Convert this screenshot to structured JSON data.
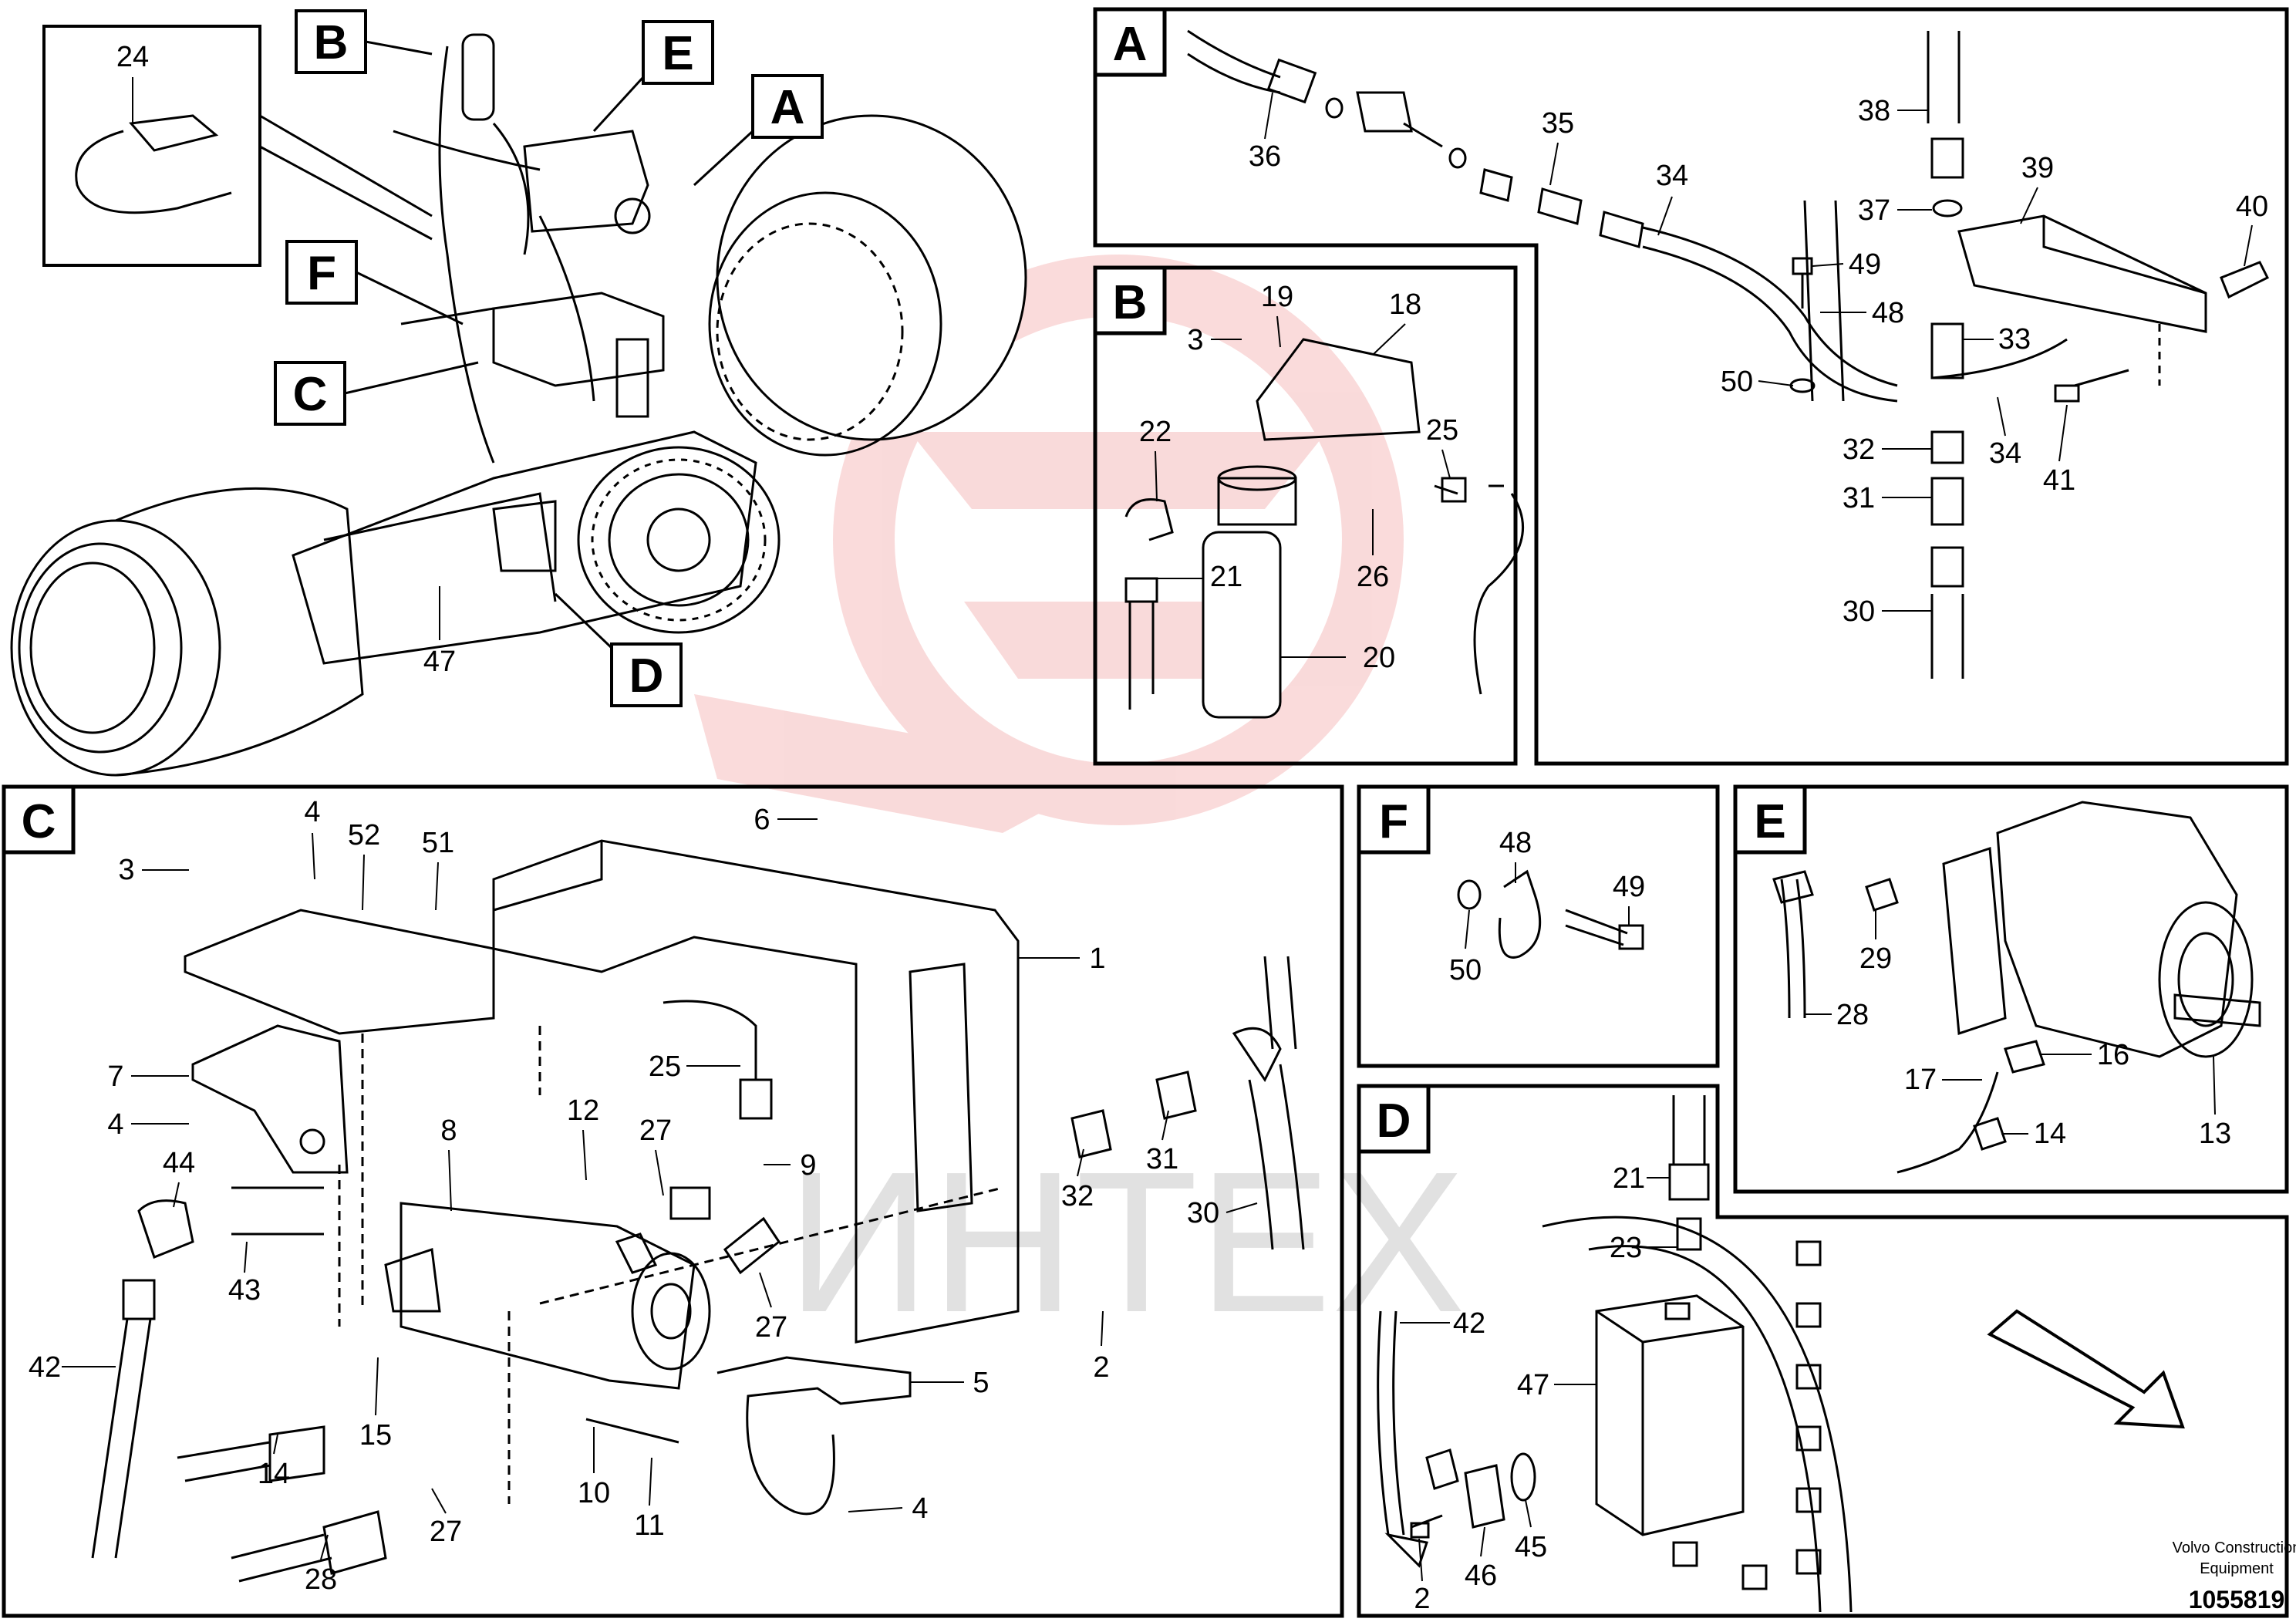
{
  "watermark": {
    "text": "ИНТЕХ",
    "color": "#e23a3a"
  },
  "panels": {
    "A": {
      "letter": "A"
    },
    "B": {
      "letter": "B"
    },
    "C": {
      "letter": "C"
    },
    "D": {
      "letter": "D"
    },
    "E": {
      "letter": "E"
    },
    "F": {
      "letter": "F"
    }
  },
  "overview": {
    "labels": {
      "B": "B",
      "E": "E",
      "A": "A",
      "F": "F",
      "C": "C",
      "D": "D"
    },
    "num_24": "24",
    "num_47": "47"
  },
  "callouts": {
    "A": [
      "36",
      "35",
      "34",
      "38",
      "39",
      "37",
      "40",
      "49",
      "48",
      "33",
      "50",
      "32",
      "34",
      "41",
      "31",
      "30"
    ],
    "B": [
      "19",
      "18",
      "3",
      "22",
      "25",
      "21",
      "26",
      "20"
    ],
    "C": [
      "4",
      "52",
      "51",
      "3",
      "6",
      "1",
      "7",
      "4",
      "25",
      "12",
      "8",
      "27",
      "9",
      "32",
      "31",
      "30",
      "44",
      "43",
      "42",
      "27",
      "2",
      "5",
      "15",
      "14",
      "27",
      "10",
      "11",
      "4",
      "28"
    ],
    "F": [
      "48",
      "49",
      "50"
    ],
    "E": [
      "29",
      "28",
      "16",
      "17",
      "14",
      "13"
    ],
    "D": [
      "21",
      "23",
      "42",
      "47",
      "45",
      "2",
      "46"
    ]
  },
  "footer": {
    "company_line1": "Volvo Construction",
    "company_line2": "Equipment",
    "drawing_number": "1055819"
  }
}
